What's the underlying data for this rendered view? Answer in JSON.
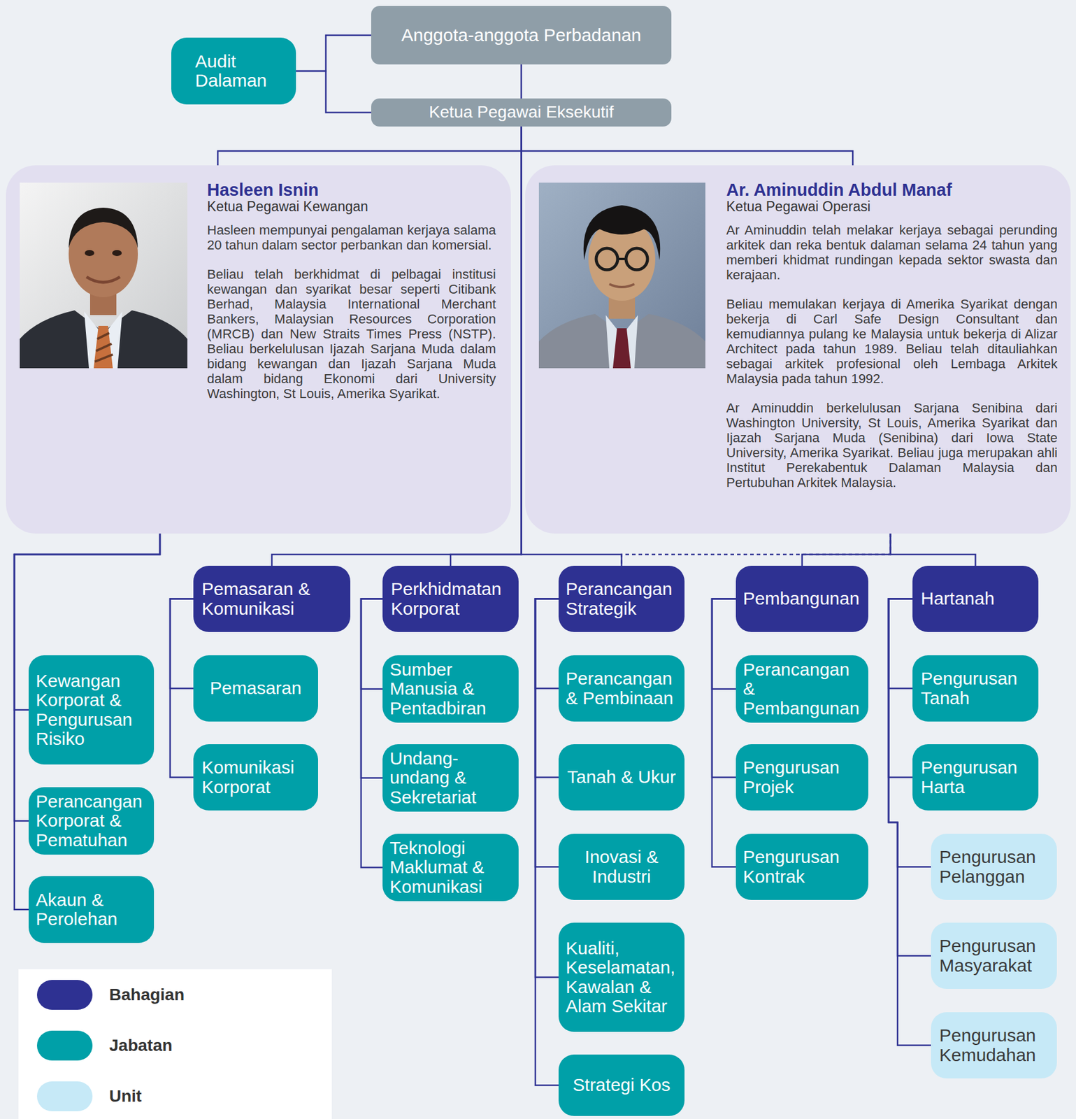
{
  "diagram": {
    "nodes": [
      {
        "text": [
          "Anggota-anggota Perbadanan"
        ]
      },
      {
        "text": [
          "Audit Dalaman"
        ]
      },
      {
        "text": [
          "Ketua Pegawai Eksekutif"
        ]
      },
      {
        "text": [
          "Hasleen Isnin",
          "Ketua Pegawai Kewangan",
          "Hasleen mempunyai pengalaman kerjaya salama 20 tahun dalam sector perbankan dan komersial.",
          "Beliau telah berkhidmat di pelbagai institusi kewangan dan syarikat besar seperti Citibank Berhad, Malaysia International Merchant Bankers, Malaysian Resources Corporation (MRCB) dan New Straits Times Press (NSTP). Beliau berkelulusan Ijazah Sarjana Muda dalam bidang kewangan dan Ijazah Sarjana Muda dalam bidang Ekonomi dari University Washington, St Louis, Amerika Syarikat."
        ]
      },
      {
        "text": [
          "Ar. Aminuddin Abdul Manaf",
          "Ketua Pegawai Operasi",
          "Ar Aminuddin telah melakar kerjaya sebagai perunding arkitek dan reka bentuk dalaman selama 24 tahun yang memberi khidmat rundingan kepada sektor swasta dan kerajaan.",
          "Beliau memulakan kerjaya di Amerika Syarikat dengan bekerja di Carl Safe Design Consultant dan kemudiannya pulang ke Malaysia untuk bekerja di Alizar Architect pada tahun 1989. Beliau telah ditauliahkan sebagai arkitek profesional oleh Lembaga Arkitek Malaysia pada tahun 1992.",
          "Ar Aminuddin berkelulusan Sarjana Senibina dari Washington University, St Louis, Amerika Syarikat dan Ijazah Sarjana Muda (Senibina) dari Iowa State University, Amerika Syarikat. Beliau juga merupakan ahli Institut Perekabentuk Dalaman Malaysia dan Pertubuhan Arkitek Malaysia."
        ]
      },
      {
        "text": [
          "Kewangan Korporat & Pengurusan Risiko"
        ]
      },
      {
        "text": [
          "Perancangan Korporat & Pematuhan"
        ]
      },
      {
        "text": [
          "Akaun & Perolehan"
        ]
      },
      {
        "text": [
          "Pemasaran & Komunikasi"
        ]
      },
      {
        "text": [
          "Pemasaran"
        ]
      },
      {
        "text": [
          "Komunikasi Korporat"
        ]
      },
      {
        "text": [
          "Perkhidmatan Korporat"
        ]
      },
      {
        "text": [
          "Sumber Manusia & Pentadbiran"
        ]
      },
      {
        "text": [
          "Undang-undang & Sekretariat"
        ]
      },
      {
        "text": [
          "Teknologi Maklumat & Komunikasi"
        ]
      },
      {
        "text": [
          "Perancangan Strategik"
        ]
      },
      {
        "text": [
          "Perancangan & Pembinaan"
        ]
      },
      {
        "text": [
          "Tanah & Ukur"
        ]
      },
      {
        "text": [
          "Inovasi & Industri"
        ]
      },
      {
        "text": [
          "Kualiti, Keselamatan, Kawalan & Alam Sekitar"
        ]
      },
      {
        "text": [
          "Strategi Kos"
        ]
      },
      {
        "text": [
          "Pembangunan"
        ]
      },
      {
        "text": [
          "Perancangan & Pembangunan"
        ]
      },
      {
        "text": [
          "Pengurusan Projek"
        ]
      },
      {
        "text": [
          "Pengurusan Kontrak"
        ]
      },
      {
        "text": [
          "Hartanah"
        ]
      },
      {
        "text": [
          "Pengurusan Tanah"
        ]
      },
      {
        "text": [
          "Pengurusan Harta"
        ]
      },
      {
        "text": [
          "Pengurusan Pelanggan"
        ]
      },
      {
        "text": [
          "Pengurusan Masyarakat"
        ]
      },
      {
        "text": [
          "Pengurusan Kemudahan"
        ]
      }
    ],
    "edges": [
      {
        "from": 0,
        "to": 2,
        "arrow": "none"
      },
      {
        "from": 1,
        "to": 0,
        "arrow": "none"
      },
      {
        "from": 1,
        "to": 2,
        "arrow": "none"
      },
      {
        "from": 2,
        "to": 3,
        "arrow": "none"
      },
      {
        "from": 2,
        "to": 4,
        "arrow": "none"
      },
      {
        "from": 2,
        "to": 8,
        "arrow": "none"
      },
      {
        "from": 2,
        "to": 11,
        "arrow": "none"
      },
      {
        "from": 2,
        "to": 15,
        "arrow": "none"
      },
      {
        "from": 3,
        "to": 5,
        "arrow": "none"
      },
      {
        "from": 3,
        "to": 6,
        "arrow": "none"
      },
      {
        "from": 3,
        "to": 7,
        "arrow": "none"
      },
      {
        "from": 4,
        "to": 15,
        "arrow": "none"
      },
      {
        "from": 4,
        "to": 21,
        "arrow": "none"
      },
      {
        "from": 4,
        "to": 25,
        "arrow": "none"
      },
      {
        "from": 8,
        "to": 9,
        "arrow": "none"
      },
      {
        "from": 8,
        "to": 10,
        "arrow": "none"
      },
      {
        "from": 11,
        "to": 12,
        "arrow": "none"
      },
      {
        "from": 11,
        "to": 13,
        "arrow": "none"
      },
      {
        "from": 11,
        "to": 14,
        "arrow": "none"
      },
      {
        "from": 15,
        "to": 16,
        "arrow": "none"
      },
      {
        "from": 15,
        "to": 17,
        "arrow": "none"
      },
      {
        "from": 15,
        "to": 18,
        "arrow": "none"
      },
      {
        "from": 15,
        "to": 19,
        "arrow": "none"
      },
      {
        "from": 15,
        "to": 20,
        "arrow": "none"
      },
      {
        "from": 21,
        "to": 22,
        "arrow": "none"
      },
      {
        "from": 21,
        "to": 23,
        "arrow": "none"
      },
      {
        "from": 21,
        "to": 24,
        "arrow": "none"
      },
      {
        "from": 25,
        "to": 26,
        "arrow": "none"
      },
      {
        "from": 25,
        "to": 27,
        "arrow": "none"
      },
      {
        "from": 25,
        "to": 28,
        "arrow": "none"
      },
      {
        "from": 25,
        "to": 29,
        "arrow": "none"
      },
      {
        "from": 25,
        "to": 30,
        "arrow": "none"
      }
    ],
    "legend": [
      {
        "text": "Bahagian",
        "color": "#2e3192"
      },
      {
        "text": "Jabatan",
        "color": "#00a0a8"
      },
      {
        "text": "Unit",
        "color": "#c6e9f7"
      }
    ]
  }
}
